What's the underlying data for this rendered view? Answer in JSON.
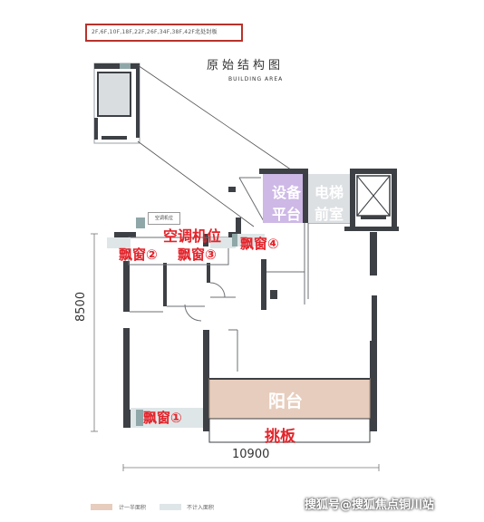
{
  "header": {
    "floor_note": "2F,6F,10F,18F,22F,26F,34F,38F,42F北处封板",
    "title_cn": "原始结构图",
    "title_en": "BUILDING AREA"
  },
  "rooms": {
    "equipment_platform": "设备平台",
    "elevator_lobby": "电梯前室",
    "ac_unit": "空调机位",
    "bay_window_1": "飘窗①",
    "bay_window_2": "飘窗②",
    "bay_window_3": "飘窗③",
    "bay_window_4": "飘窗④",
    "balcony": "阳台",
    "overhang_slab": "挑板"
  },
  "tags": {
    "ac_tag": "空调机位"
  },
  "dimensions": {
    "depth": "8500",
    "width": "10900"
  },
  "legend": {
    "counted": "计一半面积",
    "not_counted": "不计入面积"
  },
  "watermark": "搜狐号@搜狐焦点铜川站",
  "colors": {
    "wall": "#3d4045",
    "balcony_fill": "#e7cdbd",
    "not_counted_fill": "#dfe6e7",
    "platform_fill": "#cdb8e6",
    "label_red": "#e3242b",
    "note_border": "#b8322a"
  }
}
